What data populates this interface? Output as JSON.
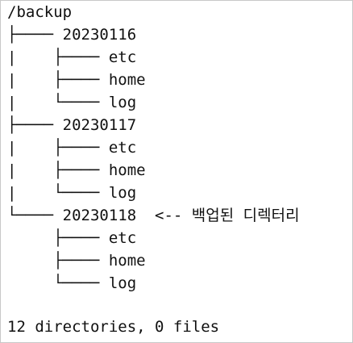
{
  "terminal": {
    "root": "/backup",
    "tree_lines": [
      {
        "prefix": "├──── ",
        "name": "20230116"
      },
      {
        "prefix": "|    ├──── ",
        "name": "etc"
      },
      {
        "prefix": "|    ├──── ",
        "name": "home"
      },
      {
        "prefix": "|    └──── ",
        "name": "log"
      },
      {
        "prefix": "├──── ",
        "name": "20230117"
      },
      {
        "prefix": "|    ├──── ",
        "name": "etc"
      },
      {
        "prefix": "|    ├──── ",
        "name": "home"
      },
      {
        "prefix": "|    └──── ",
        "name": "log"
      },
      {
        "prefix": "└──── ",
        "name": "20230118",
        "annotation": "<-- 백업된 디렉터리"
      },
      {
        "prefix": "     ├──── ",
        "name": "etc"
      },
      {
        "prefix": "     ├──── ",
        "name": "home"
      },
      {
        "prefix": "     └──── ",
        "name": "log"
      }
    ],
    "summary": "12 directories, 0 files"
  }
}
